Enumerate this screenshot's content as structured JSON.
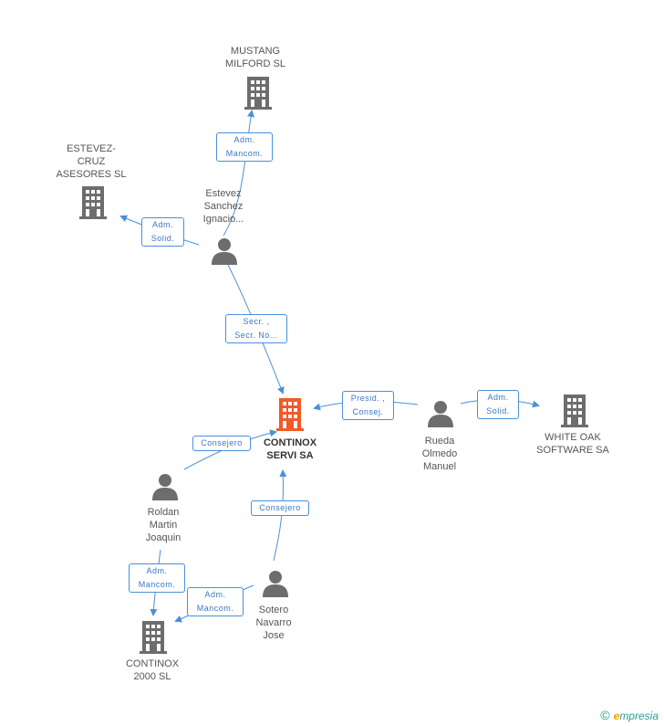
{
  "nodes": {
    "continox_servi": {
      "label": "CONTINOX\nSERVI SA",
      "type": "company",
      "color": "#f15a29"
    },
    "mustang": {
      "label": "MUSTANG\nMILFORD SL",
      "type": "company",
      "color": "#6d6d6d"
    },
    "estevez_cruz": {
      "label": "ESTEVEZ-\nCRUZ\nASESORES SL",
      "type": "company",
      "color": "#6d6d6d"
    },
    "white_oak": {
      "label": "WHITE OAK\nSOFTWARE SA",
      "type": "company",
      "color": "#6d6d6d"
    },
    "continox_2000": {
      "label": "CONTINOX\n2000 SL",
      "type": "company",
      "color": "#6d6d6d"
    },
    "estevez_sanchez": {
      "label": "Estevez\nSanchez\nIgnacio...",
      "type": "person",
      "color": "#6d6d6d"
    },
    "rueda": {
      "label": "Rueda\nOlmedo\nManuel",
      "type": "person",
      "color": "#6d6d6d"
    },
    "roldan": {
      "label": "Roldan\nMartin\nJoaquin",
      "type": "person",
      "color": "#6d6d6d"
    },
    "sotero": {
      "label": "Sotero\nNavarro\nJose",
      "type": "person",
      "color": "#6d6d6d"
    }
  },
  "edges": {
    "e1": "Adm.\nMancom.",
    "e2": "Adm.\nSolid.",
    "e3": "Secr. ,\nSecr. No...",
    "e4": "Presid. ,\nConsej.",
    "e5": "Adm.\nSolid.",
    "e6": "Consejero",
    "e7": "Consejero",
    "e8": "Adm.\nMancom.",
    "e9": "Adm.\nMancom."
  },
  "colors": {
    "edge": "#4a90d9"
  },
  "watermark": {
    "copyright": "©",
    "brand_first": "e",
    "brand_rest": "mpresia"
  }
}
